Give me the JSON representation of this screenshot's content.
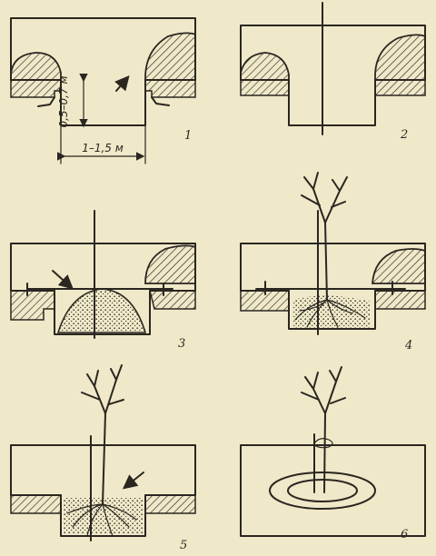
{
  "panels": [
    {
      "number": "1",
      "width_label": "1–1,5 м",
      "depth_label": "0,5–0,7 м"
    },
    {
      "number": "2"
    },
    {
      "number": "3"
    },
    {
      "number": "4"
    },
    {
      "number": "5"
    },
    {
      "number": "6"
    }
  ],
  "colors": {
    "background": "#efe9c9",
    "ink": "#2a2620"
  }
}
